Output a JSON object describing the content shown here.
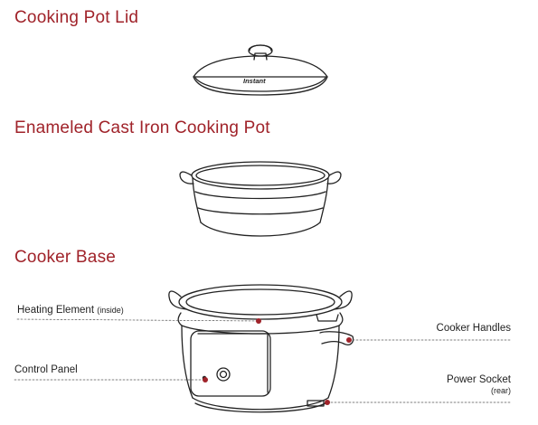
{
  "headings": {
    "lid": "Cooking Pot Lid",
    "pot": "Enameled Cast Iron Cooking Pot",
    "base": "Cooker Base"
  },
  "callouts": {
    "heating_element": "Heating Element",
    "heating_element_note": "(inside)",
    "control_panel": "Control Panel",
    "cooker_handles": "Cooker Handles",
    "power_socket": "Power Socket",
    "power_socket_note": "(rear)"
  },
  "lid_brand": "Instant",
  "colors": {
    "heading": "#a0232a",
    "leader_dot": "#a0232a",
    "line_art": "#222222"
  }
}
